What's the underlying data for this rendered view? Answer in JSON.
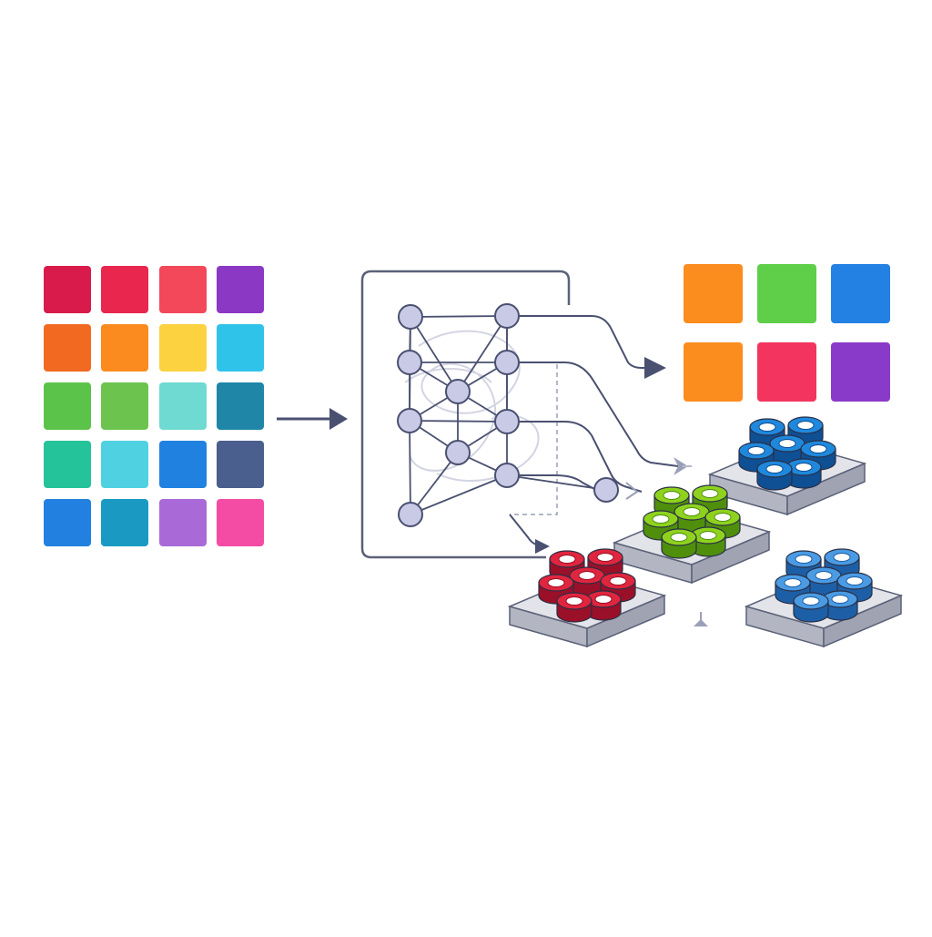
{
  "input_palette": {
    "rows": [
      [
        "#d81b4a",
        "#e8264e",
        "#f2485a",
        "#8b38c4"
      ],
      [
        "#f26a21",
        "#fb8b1e",
        "#fcd241",
        "#2fc3ea"
      ],
      [
        "#5cc34a",
        "#6cc44e",
        "#6fdad2",
        "#1f86a8"
      ],
      [
        "#25c39a",
        "#4fd1e2",
        "#2181e0",
        "#4a5f8d"
      ],
      [
        "#2280e0",
        "#1a9ac2",
        "#a96ad8",
        "#f44ba4"
      ]
    ]
  },
  "network": {
    "node_color": "#c9cae6",
    "edge_color": "#4a5070",
    "frame_color": "#5b6178"
  },
  "output_palette": {
    "rows": [
      [
        "#fb8c1e",
        "#5fcf4a",
        "#2381e3"
      ],
      [
        "#fb8c1e",
        "#f2345e",
        "#8a3ac8"
      ]
    ]
  },
  "clusters": [
    {
      "name": "red",
      "color": "#e0253e",
      "dark": "#9a1028",
      "ring_count": 6
    },
    {
      "name": "green",
      "color": "#8fd21e",
      "dark": "#4f8f0c",
      "ring_count": 6
    },
    {
      "name": "blue-top",
      "color": "#1f88dc",
      "dark": "#0f4f94",
      "ring_count": 6
    },
    {
      "name": "blue-bottom",
      "color": "#4a9be3",
      "dark": "#1d5fa6",
      "ring_count": 6
    }
  ],
  "arrow_color": "#4a5070",
  "platform_color": "#c7c9d2"
}
